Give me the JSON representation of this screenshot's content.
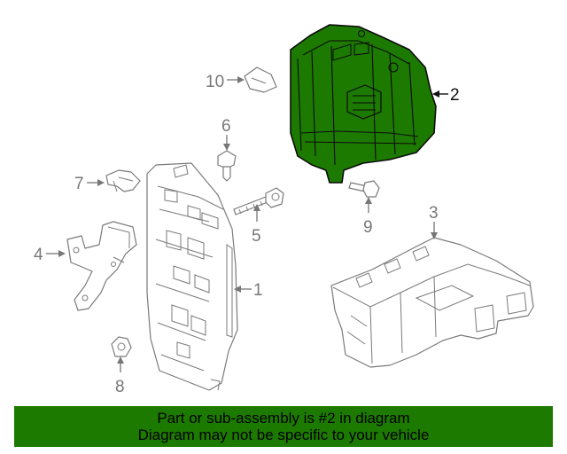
{
  "callouts": {
    "c1": "1",
    "c2": "2",
    "c3": "3",
    "c4": "4",
    "c5": "5",
    "c6": "6",
    "c7": "7",
    "c8": "8",
    "c9": "9",
    "c10": "10"
  },
  "highlight_part": "2",
  "colors": {
    "highlight_fill": "#1d7a00",
    "highlight_outline": "#0b0b0b",
    "line_art": "#7a7a7a",
    "banner_bg": "#1d7a00",
    "banner_text": "#000000"
  },
  "banner": {
    "line1": "Part or sub-assembly is #2 in diagram",
    "line2": "Diagram may not be specific to your vehicle"
  }
}
